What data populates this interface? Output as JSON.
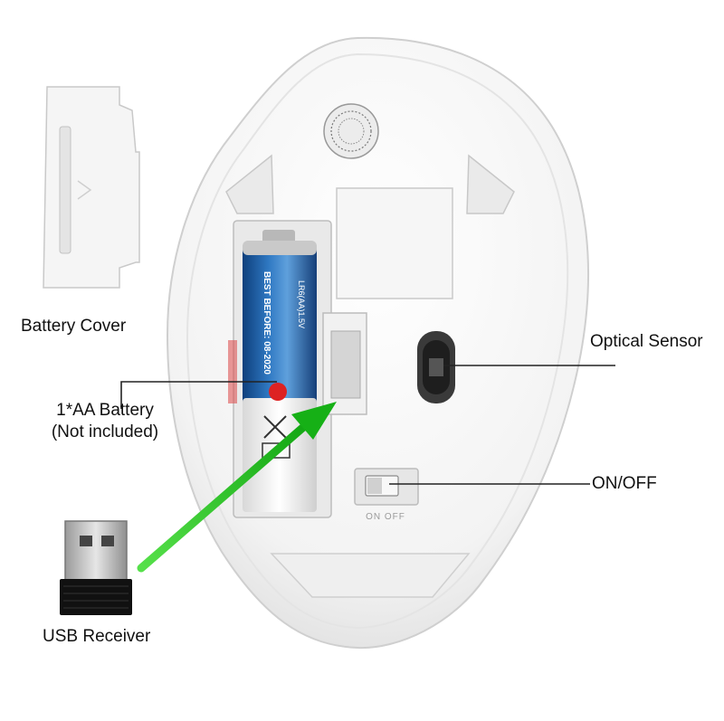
{
  "labels": {
    "battery_cover": "Battery Cover",
    "battery_line1": "1*AA Battery",
    "battery_line2": "(Not included)",
    "usb_receiver": "USB Receiver",
    "optical_sensor": "Optical Sensor",
    "on_off": "ON/OFF"
  },
  "switch_text": "ON OFF",
  "battery_print": {
    "best_before": "BEST BEFORE: 08-2020",
    "model": "LR6(AA)1.5V"
  },
  "colors": {
    "arrow": "#22c21e",
    "battery_blue": "#1f5fa6",
    "mouse_body": "#f4f4f4",
    "leader_line": "#222222"
  }
}
